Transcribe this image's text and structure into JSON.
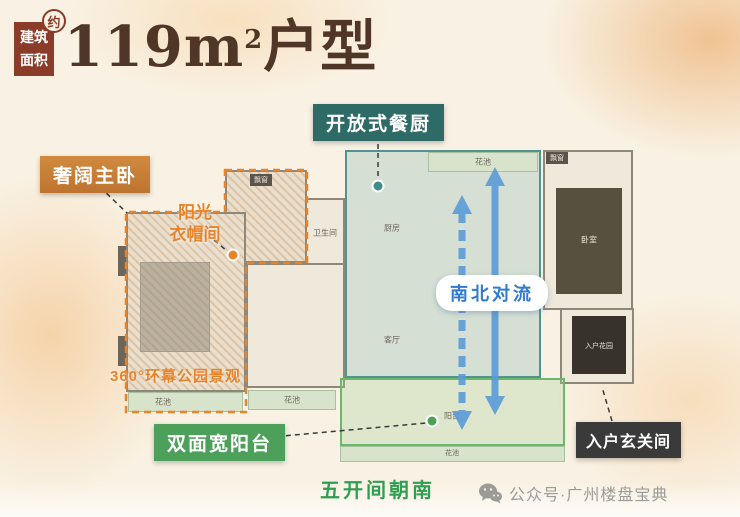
{
  "header": {
    "area_badge": {
      "line1": "建筑",
      "line2": "面积",
      "approx": "约"
    },
    "title": {
      "main": "119m",
      "sup": "2",
      "suffix": "户型"
    }
  },
  "callouts": {
    "open_kitchen": "开放式餐厨",
    "master": "奢阔主卧",
    "cloakroom_line1": "阳光",
    "cloakroom_line2": "衣帽间",
    "convection": "南北对流",
    "park_view": "360°环幕公园景观",
    "balcony": "双面宽阳台",
    "south_bays": "五开间朝南",
    "foyer": "入户玄关间"
  },
  "floorplan": {
    "rooms": {
      "bathroom": "卫生间",
      "kitchen": "厨房",
      "living": "客厅",
      "bedroom": "卧室",
      "entry_garden": "入户花园",
      "balcony": "阳台",
      "flower_bed": "花池",
      "bay_window": "飘窗"
    }
  },
  "footer": {
    "wechat": "公众号·广州楼盘宝典"
  },
  "colors": {
    "accent_orange": "#e8832a",
    "accent_teal": "#2e6b66",
    "accent_green": "#4ca05a",
    "accent_blue": "#2f7bd0",
    "badge_red": "#8a3c28",
    "title_brown": "#503626",
    "foyer_dark": "#3a3a3a"
  }
}
